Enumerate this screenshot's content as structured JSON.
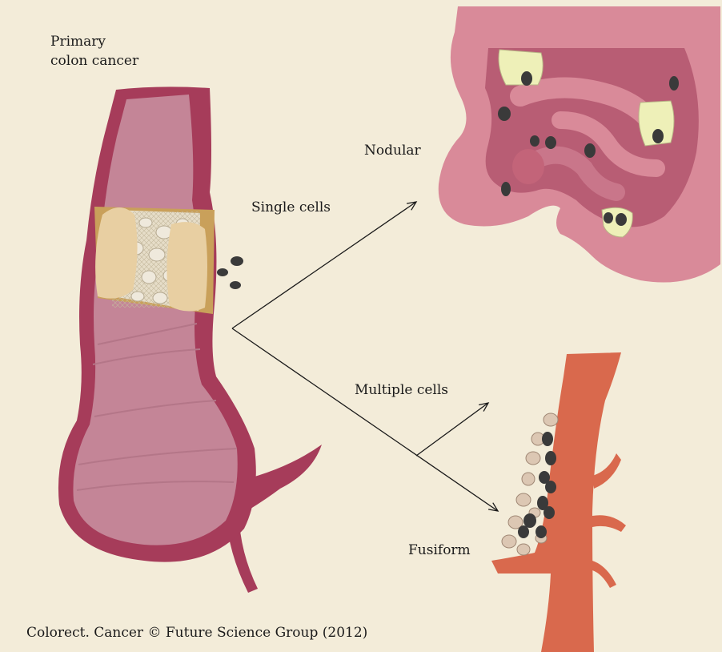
{
  "labels": {
    "primary_line1": "Primary",
    "primary_line2": "colon cancer",
    "nodular": "Nodular",
    "single_cells": "Single cells",
    "multiple_cells": "Multiple cells",
    "fusiform": "Fusiform",
    "credit": "Colorect. Cancer © Future Science Group (2012)"
  },
  "colors": {
    "background": "#f3ecd9",
    "colon_wall": "#a63c5a",
    "colon_lumen": "#c9889a",
    "tumor": "#e4cfa8",
    "tumor_cell": "#d8cdb8",
    "metastatic_cell": "#3a3a3a",
    "vessel": "#d9694d",
    "peritoneum": "#d98a99",
    "fat_tissue": "#eef0b8",
    "arrow": "#1a1a1a"
  }
}
